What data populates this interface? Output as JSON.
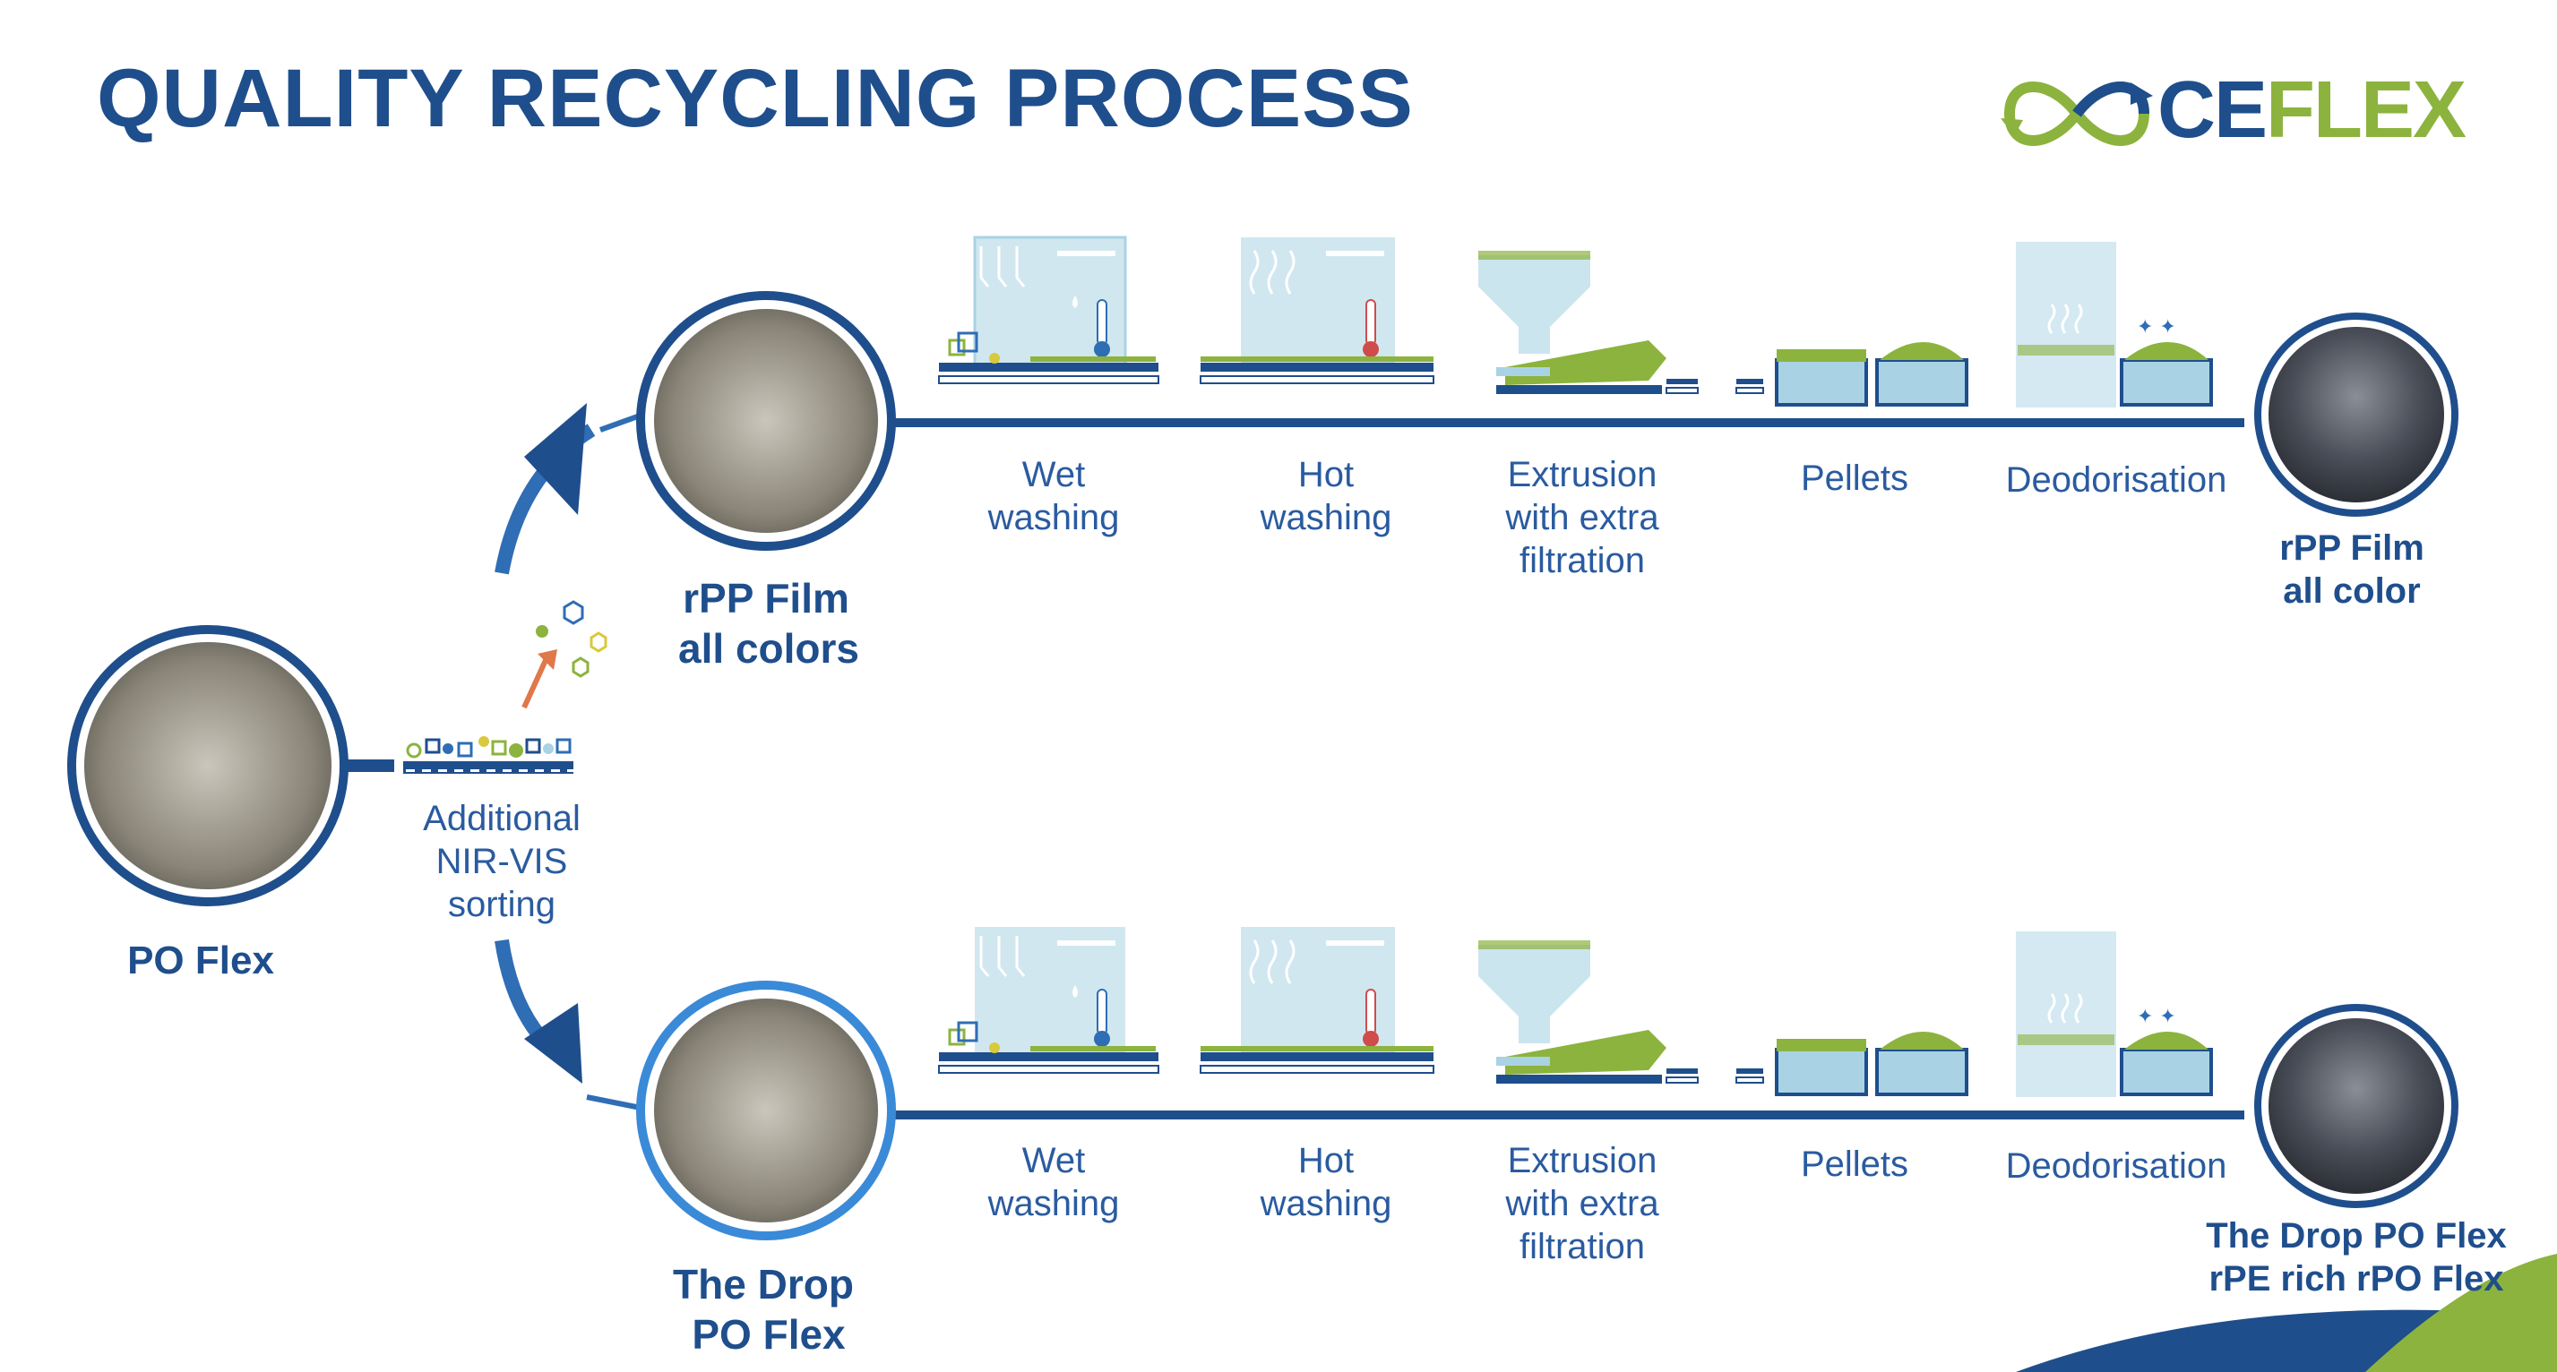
{
  "title": "QUALITY RECYCLING PROCESS",
  "logo": {
    "text_a": "CE",
    "text_b": "FLEX",
    "colors": {
      "blue": "#1f4e8c",
      "green": "#8cb33e"
    }
  },
  "colors": {
    "dark_blue": "#1f4e8c",
    "mid_blue": "#2a5ba0",
    "light_blue": "#a9d3e4",
    "green": "#8cb33e",
    "arrow_orange": "#e0784a"
  },
  "source": {
    "label": "PO Flex"
  },
  "sorting": {
    "label_line1": "Additional",
    "label_line2": "NIR-VIS",
    "label_line3": "sorting"
  },
  "branches": [
    {
      "input_label_line1": "rPP Film",
      "input_label_line2": "all colors",
      "output_label_line1": "rPP Film",
      "output_label_line2": "all color",
      "steps": [
        {
          "line1": "Wet",
          "line2": "washing",
          "line3": ""
        },
        {
          "line1": "Hot",
          "line2": "washing",
          "line3": ""
        },
        {
          "line1": "Extrusion",
          "line2": "with extra",
          "line3": "filtration"
        },
        {
          "line1": "Pellets",
          "line2": "",
          "line3": ""
        },
        {
          "line1": "Deodorisation",
          "line2": "",
          "line3": ""
        }
      ]
    },
    {
      "input_label_line1": "The Drop",
      "input_label_line2": "PO Flex",
      "output_label_line1": "The Drop PO Flex",
      "output_label_line2": "rPE rich rPO Flex",
      "steps": [
        {
          "line1": "Wet",
          "line2": "washing",
          "line3": ""
        },
        {
          "line1": "Hot",
          "line2": "washing",
          "line3": ""
        },
        {
          "line1": "Extrusion",
          "line2": "with extra",
          "line3": "filtration"
        },
        {
          "line1": "Pellets",
          "line2": "",
          "line3": ""
        },
        {
          "line1": "Deodorisation",
          "line2": "",
          "line3": ""
        }
      ]
    }
  ]
}
